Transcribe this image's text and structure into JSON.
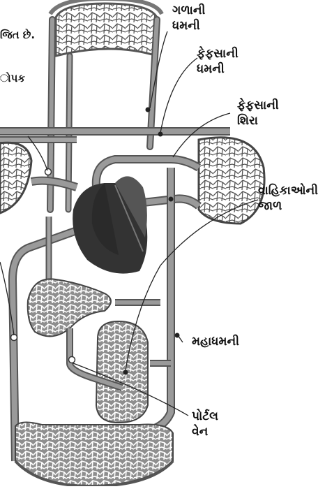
{
  "labels": {
    "neck_artery": "ગળાની\nધમની",
    "pulmonary_artery": "ફેફસાની\nધમની",
    "pulmonary_vein": "ફેફસાની\nશિરા",
    "capillary_network": "વાહિકાઓની\nજાળ",
    "aorta": "મહાધમની",
    "portal_vein": "પોર્ટલ\nવેન"
  },
  "cropped_text": {
    "line1": "જિત છે.",
    "line2": "ોપક"
  },
  "colors": {
    "vessel": "#8a8a8a",
    "vessel_edge": "#4a4a4a",
    "heart": "#3a3a3a",
    "capillary_fill": "#9a9a9a",
    "leader": "#222222"
  }
}
